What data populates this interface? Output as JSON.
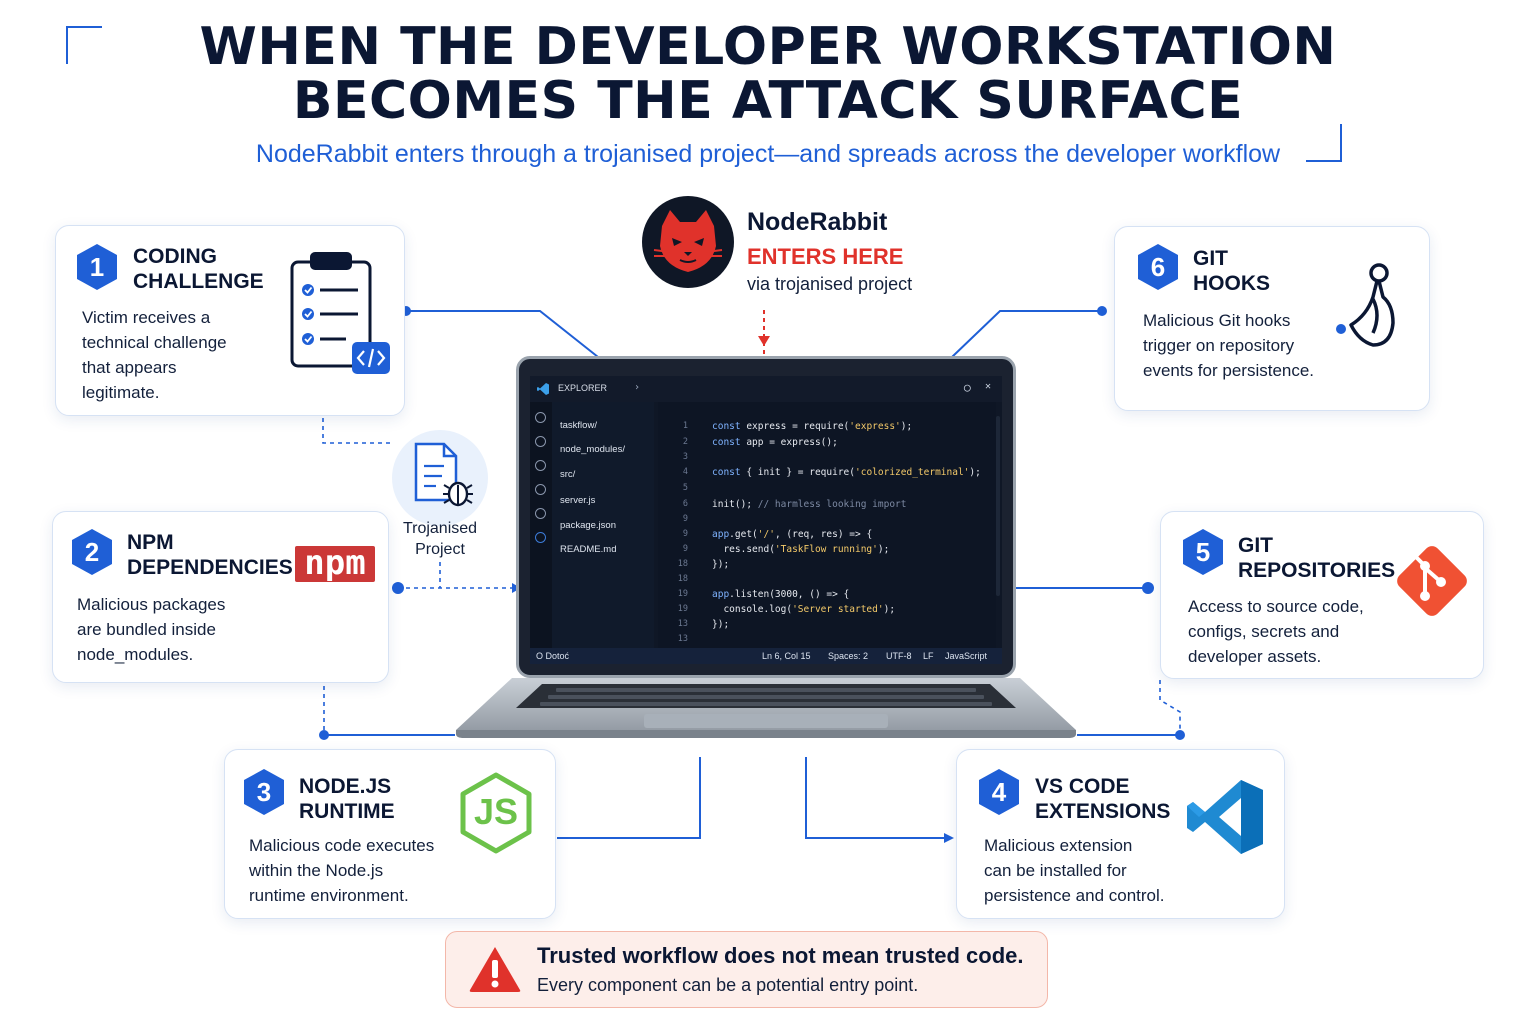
{
  "title": {
    "line1": "WHEN THE DEVELOPER WORKSTATION",
    "line2": "BECOMES THE ATTACK SURFACE"
  },
  "subtitle": "NodeRabbit enters through a trojanised project—and spreads across the developer workflow",
  "colors": {
    "navy": "#0b1733",
    "accent_blue": "#1f5fd6",
    "alert_red": "#e0322b",
    "npm_red": "#cb3837",
    "git_orange": "#f05133",
    "node_green": "#6cc24a",
    "vscode_blue": "#1f8ad2"
  },
  "entry": {
    "name": "NodeRabbit",
    "headline": "ENTERS HERE",
    "via": "via trojanised project",
    "logo_icon": "cat-skull-logo"
  },
  "trojanised": {
    "line1": "Trojanised",
    "line2": "Project",
    "icon": "document-bug-icon"
  },
  "cards": {
    "coding": {
      "number": "1",
      "title1": "CODING",
      "title2": "CHALLENGE",
      "desc": [
        "Victim receives a",
        "technical challenge",
        "that appears",
        "legitimate."
      ],
      "icon": "clipboard-checklist-code-icon"
    },
    "npm": {
      "number": "2",
      "title1": "NPM",
      "title2": "DEPENDENCIES",
      "desc": [
        "Malicious packages",
        "are bundled inside",
        "node_modules."
      ],
      "icon": "npm-logo",
      "logo_text": "npm"
    },
    "node": {
      "number": "3",
      "title1": "NODE.JS",
      "title2": "RUNTIME",
      "desc": [
        "Malicious code executes",
        "within the Node.js",
        "runtime environment."
      ],
      "icon": "nodejs-hexagon-logo",
      "logo_text": "JS"
    },
    "vscode": {
      "number": "4",
      "title1": "VS CODE",
      "title2": "EXTENSIONS",
      "desc": [
        "Malicious extension",
        "can be installed for",
        "persistence and control."
      ],
      "icon": "vscode-logo"
    },
    "repos": {
      "number": "5",
      "title1": "GIT",
      "title2": "REPOSITORIES",
      "desc": [
        "Access to source code,",
        "configs, secrets and",
        "developer assets."
      ],
      "icon": "git-logo"
    },
    "hooks": {
      "number": "6",
      "title1": "GIT",
      "title2": "HOOKS",
      "desc": [
        "Malicious Git hooks",
        "trigger on repository",
        "events for persistence."
      ],
      "icon": "hook-icon"
    }
  },
  "editor": {
    "explorer_label": "EXPLORER",
    "files": [
      "taskflow/",
      "node_modules/",
      "src/",
      "server.js",
      "package.json",
      "README.md"
    ],
    "line_numbers": [
      "1",
      "2",
      "3",
      "4",
      "5",
      "6",
      "9",
      "9",
      "9",
      "18",
      "18",
      "19",
      "19",
      "13",
      "13"
    ],
    "status": {
      "left": "O Dotoć",
      "position": "Ln 6, Col 15",
      "spaces": "Spaces: 2",
      "encoding": "UTF-8",
      "eol": "LF",
      "language": "JavaScript"
    }
  },
  "alert": {
    "title": "Trusted workflow does not mean trusted code.",
    "subtitle": "Every component can be a potential entry point.",
    "icon": "warning-triangle-icon"
  }
}
